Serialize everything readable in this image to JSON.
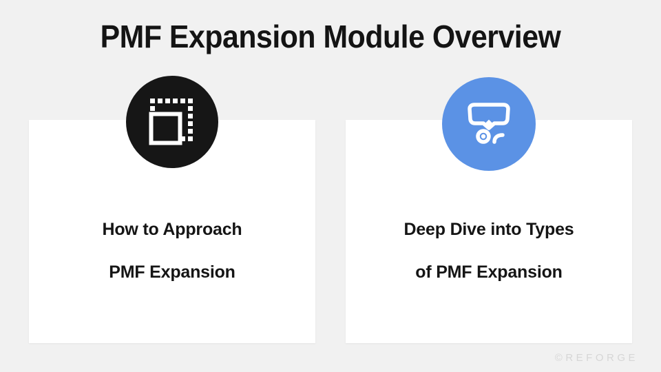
{
  "slide": {
    "title": "PMF Expansion Module Overview",
    "background_color": "#f1f1f1",
    "watermark": "©REFORGE"
  },
  "cards": [
    {
      "id": "how-to-approach-pmf-expansion",
      "icon_name": "scale-expand-icon",
      "icon_badge_color": "#161616",
      "icon_color": "#ffffff",
      "line1": "How to Approach",
      "line2": "PMF Expansion"
    },
    {
      "id": "deep-dive-types-pmf-expansion",
      "icon_name": "scuba-mask-icon",
      "icon_badge_color": "#5b92e5",
      "icon_color": "#ffffff",
      "line1": "Deep Dive into Types",
      "line2": "of PMF Expansion"
    }
  ]
}
